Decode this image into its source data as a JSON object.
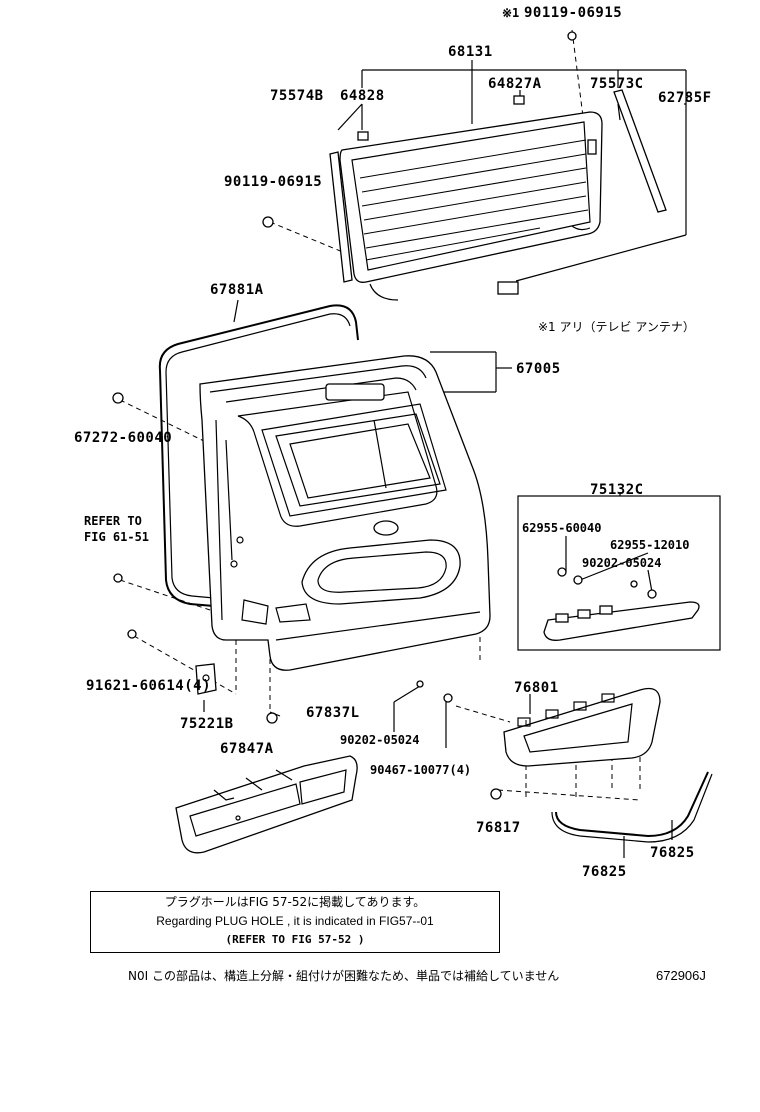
{
  "labels": {
    "p_90119_06915_top": "90119-06915",
    "note_mark_1": "※1",
    "p_68131": "68131",
    "p_75574B": "75574B",
    "p_64828": "64828",
    "p_64827A": "64827A",
    "p_75573C": "75573C",
    "p_62785F": "62785F",
    "p_90119_06915": "90119-06915",
    "p_67881A": "67881A",
    "antenna_note": "※1 アリ（テレビ アンテナ）",
    "p_67005": "67005",
    "p_67272_60040": "67272-60040",
    "refer_to_line1": "REFER TO",
    "refer_to_line2": "FIG 61-51",
    "p_75132C": "75132C",
    "p_62955_60040": "62955-60040",
    "p_62955_12010": "62955-12010",
    "p_90202_05024_right": "90202-05024",
    "p_91621_60614": "91621-60614(4)",
    "p_75221B": "75221B",
    "p_67837L": "67837L",
    "p_67847A": "67847A",
    "p_76801": "76801",
    "p_90202_05024": "90202-05024",
    "p_90467_10077": "90467-10077(4)",
    "p_76817": "76817",
    "p_76825_right": "76825",
    "p_76825_bottom": "76825"
  },
  "note_box": {
    "jp": "プラグホールはFIG 57-52に掲載してあります。",
    "en": "Regarding  PLUG HOLE , it is indicated in  FIG57--01",
    "ref": "(REFER  TO  FIG   57-52 )"
  },
  "footer": {
    "no_note": "N0I  この部品は、構造上分解・組付けが困難なため、単品では補給していません",
    "fig_code": "672906J"
  }
}
